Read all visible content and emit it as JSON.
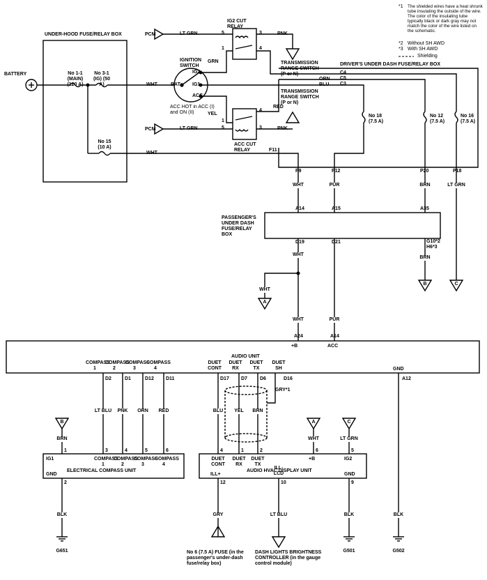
{
  "notes": {
    "n1_mark": "*1",
    "n1_text": "The shielded wires have a heat shrunk tube insulating the outside of the wire. The color of the insulating tube typically black or dark gray may not match the color of the wire listed on the schematic.",
    "n2_mark": "*2",
    "n2_text": "Without SH AWD",
    "n3_mark": "*3",
    "n3_text": "With SH AWD",
    "shielding": "Shielding"
  },
  "boxes": {
    "underhood": "UNDER-HOOD FUSE/RELAY BOX",
    "drivers": "DRIVER'S UNDER DASH FUSE/RELAY BOX",
    "passengers": "PASSENGER'S UNDER DASH FUSE/RELAY BOX",
    "audio": "AUDIO UNIT",
    "compass_unit": "ELECTRICAL COMPASS UNIT",
    "hvac_unit": "AUDIO HVAC DISPLAY UNIT"
  },
  "components": {
    "battery": "BATTERY",
    "fuse_main": "No 1-1 (MAIN) (120 A)",
    "fuse_ig": "No 3-1 (IG) (50 A)",
    "fuse_15": "No 15 (10 A)",
    "ig2_relay": "IG2 CUT RELAY",
    "acc_relay": "ACC CUT RELAY",
    "ign_switch": "IGNITION SWITCH",
    "ign_bat": "BAT",
    "ign_ig2": "IG2",
    "ign_ig1": "IG1",
    "ign_acc": "ACC",
    "ign_note": "ACC HOT in ACC (I) and ON (II)",
    "trs1": "TRANSMISSION RANGE SWITCH (P or N)",
    "trs2": "TRANSMISSION RANGE SWITCH (P or N)",
    "pcm1": "PCM",
    "pcm2": "PCM",
    "fuse_18": "No 18 (7.5 A)",
    "fuse_12": "No 12 (7.5 A)",
    "fuse_16": "No 16 (7.5 A)"
  },
  "wires": {
    "lt_grn_1": "LT GRN",
    "pnk_1": "PNK",
    "grn": "GRN",
    "orn": "ORN",
    "wht_main": "WHT",
    "blu": "BLU",
    "yel": "YEL",
    "red": "RED",
    "lt_grn_2": "LT GRN",
    "pnk_2": "PNK",
    "wht_15": "WHT",
    "wht_p9": "WHT",
    "pur_p12": "PUR",
    "brn_p20": "BRN",
    "ltgrn_p18": "LT GRN",
    "wht_d19": "WHT",
    "wht_a": "WHT",
    "wht_a24": "WHT",
    "pur_a14": "PUR",
    "brn_b": "BRN",
    "ltblu": "LT BLU",
    "pnk_c": "PNK",
    "orn_c": "ORN",
    "red_c": "RED",
    "blu_d": "BLU",
    "yel_d": "YEL",
    "brn_d": "BRN",
    "gry_d": "GRY*1",
    "brn_cmp": "BRN",
    "wht_hv": "WHT",
    "ltgrn_hv": "LT GRN",
    "blk_1": "BLK",
    "gry_ill": "GRY",
    "ltblu_lcd": "LT BLU",
    "blk_2": "BLK",
    "blk_3": "BLK"
  },
  "pins": {
    "r_5a": "5",
    "r_3a": "3",
    "r_1a": "1",
    "r_4a": "4",
    "r_4b": "4",
    "r_1b": "1",
    "r_5b": "5",
    "r_3b": "3",
    "c4": "C4",
    "c5": "C5",
    "c3": "C3",
    "f11": "F11",
    "p9": "P9",
    "p12": "P12",
    "p20": "P20",
    "p18": "P18",
    "a14p": "A14",
    "a15": "A15",
    "a35": "A35",
    "d19": "D19",
    "d21": "D21",
    "g10": "G10*2",
    "h6": "H6*3",
    "a24": "A24",
    "a14a": "A14",
    "d2": "D2",
    "d1": "D1",
    "d12": "D12",
    "d11": "D11",
    "d17": "D17",
    "d7": "D7",
    "d6": "D6",
    "d16": "D16",
    "a12": "A12",
    "cu1": "1",
    "cu3": "3",
    "cu4": "4",
    "cu5": "5",
    "cu6": "6",
    "cu2": "2",
    "hv4": "4",
    "hv1": "1",
    "hv2": "2",
    "hv6": "6",
    "hv5": "5",
    "hv12": "12",
    "hv10": "10",
    "hv9": "9"
  },
  "audio_pins": {
    "b": "+B",
    "acc": "ACC",
    "gnd": "GND",
    "cp1": "COMPASS 1",
    "cp2": "COMPASS 2",
    "cp3": "COMPASS 3",
    "cp4": "COMPASS 4",
    "dcont": "DUET CONT",
    "drx": "DUET RX",
    "dtx": "DUET TX",
    "dsh": "DUET SH"
  },
  "unit_pins": {
    "ig1": "IG1",
    "cp1": "COMPASS 1",
    "cp2": "COMPASS 2",
    "cp3": "COMPASS 3",
    "cp4": "COMPASS 4",
    "gnd1": "GND",
    "dcont": "DUET CONT",
    "drx": "DUET RX",
    "dtx": "DUET TX",
    "b": "+B",
    "ig2": "IG2",
    "ill": "ILL+",
    "lcd": "ILL- LCD",
    "gnd2": "GND"
  },
  "connectors": {
    "a": "A",
    "b": "B",
    "c": "C"
  },
  "grounds": {
    "g1": "G651",
    "g2": "G501",
    "g3": "G502"
  },
  "dest": {
    "fuse": "No 6 (7.5 A) FUSE (in the passenger's under-dash fuse/relay box)",
    "dash": "DASH LIGHTS BRIGHTNESS CONTROLLER (in the gauge control module)"
  }
}
